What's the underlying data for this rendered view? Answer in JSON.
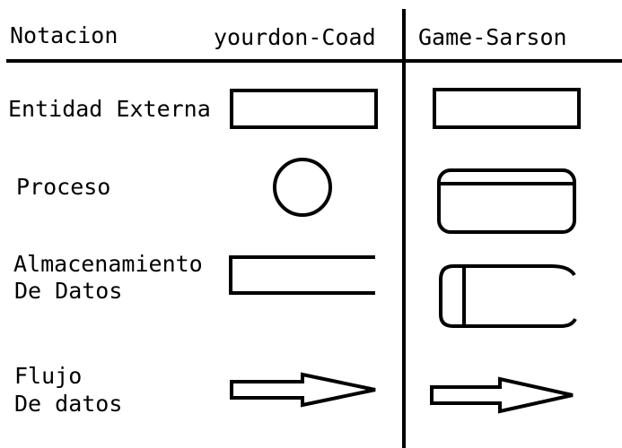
{
  "header": {
    "col1": "Notacion",
    "col2": "yourdon-Coad",
    "col3": "Game-Sarson"
  },
  "rows": [
    {
      "label_line1": "Entidad Externa",
      "label_line2": ""
    },
    {
      "label_line1": "Proceso",
      "label_line2": ""
    },
    {
      "label_line1": "Almacenamiento",
      "label_line2": "De Datos"
    },
    {
      "label_line1": "Flujo",
      "label_line2": "De datos"
    }
  ],
  "colors": {
    "ink": "#000000",
    "background": "#ffffff"
  }
}
